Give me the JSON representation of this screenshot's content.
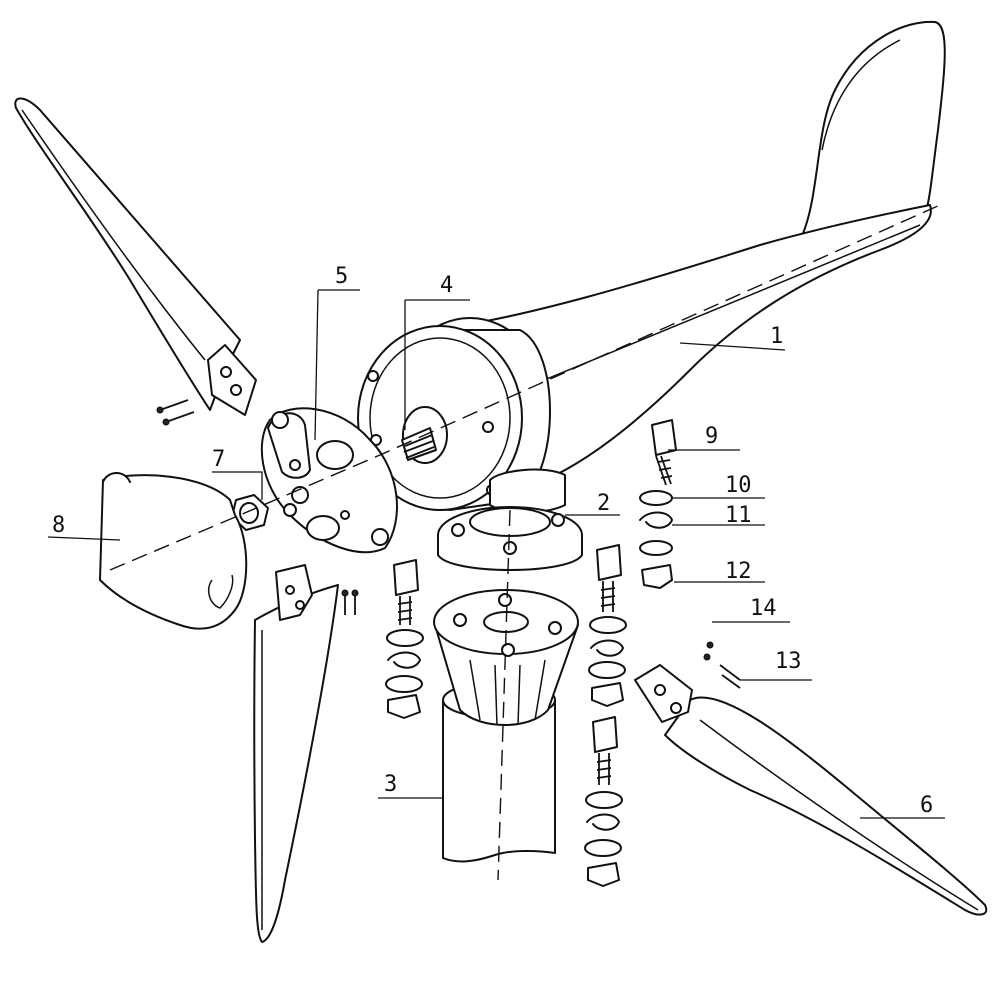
{
  "callouts": [
    {
      "id": "1",
      "label": "1"
    },
    {
      "id": "2",
      "label": "2"
    },
    {
      "id": "3",
      "label": "3"
    },
    {
      "id": "4",
      "label": "4"
    },
    {
      "id": "5",
      "label": "5"
    },
    {
      "id": "6",
      "label": "6"
    },
    {
      "id": "7",
      "label": "7"
    },
    {
      "id": "8",
      "label": "8"
    },
    {
      "id": "9",
      "label": "9"
    },
    {
      "id": "10",
      "label": "10"
    },
    {
      "id": "11",
      "label": "11"
    },
    {
      "id": "12",
      "label": "12"
    },
    {
      "id": "13",
      "label": "13"
    },
    {
      "id": "14",
      "label": "14"
    }
  ],
  "style": {
    "line_color": "#111111",
    "background": "#ffffff"
  }
}
